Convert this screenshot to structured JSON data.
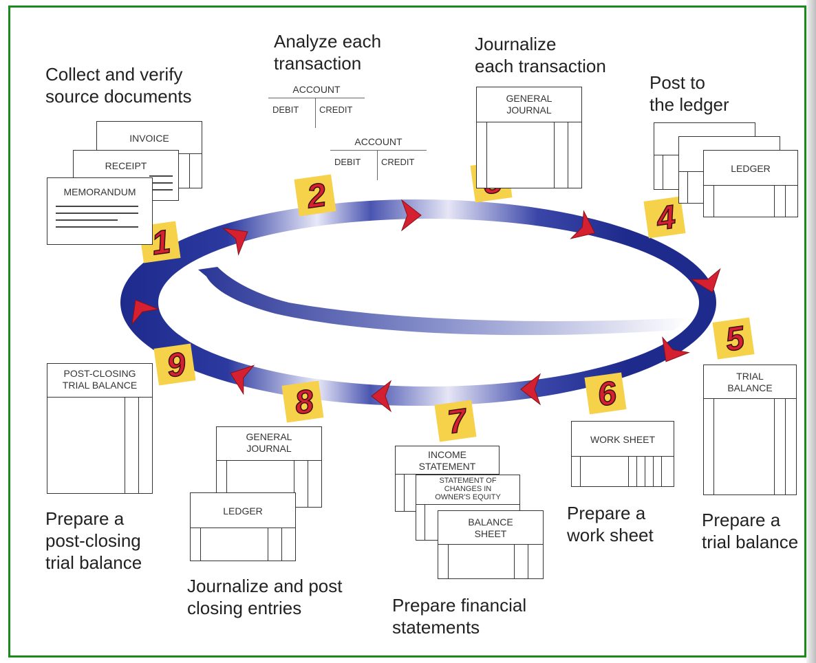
{
  "steps": [
    {
      "num": "1",
      "caption": "Collect and verify\nsource documents"
    },
    {
      "num": "2",
      "caption": "Analyze each\ntransaction"
    },
    {
      "num": "3",
      "caption": "Journalize\neach transaction"
    },
    {
      "num": "4",
      "caption": "Post to\nthe ledger"
    },
    {
      "num": "5",
      "caption": "Prepare a\ntrial balance"
    },
    {
      "num": "6",
      "caption": "Prepare a\nwork sheet"
    },
    {
      "num": "7",
      "caption": "Prepare financial\nstatements"
    },
    {
      "num": "8",
      "caption": "Journalize and post\nclosing entries"
    },
    {
      "num": "9",
      "caption": "Prepare a\npost-closing\ntrial balance"
    }
  ],
  "documents": {
    "invoice": "INVOICE",
    "receipt": "RECEIPT",
    "memorandum": "MEMORANDUM",
    "t_account": {
      "title": "ACCOUNT",
      "debit": "DEBIT",
      "credit": "CREDIT"
    },
    "general_journal": "GENERAL\nJOURNAL",
    "ledger": "LEDGER",
    "trial_balance": "TRIAL\nBALANCE",
    "work_sheet": "WORK SHEET",
    "income_statement": "INCOME\nSTATEMENT",
    "owners_equity": "STATEMENT OF\nCHANGES IN\nOWNER'S EQUITY",
    "balance_sheet": "BALANCE\nSHEET",
    "post_closing": "POST-CLOSING\nTRIAL BALANCE"
  },
  "colors": {
    "ring": "#1e2a8c",
    "arrow": "#d42030",
    "badge": "#f6d24a",
    "border": "#1a8a1a"
  }
}
